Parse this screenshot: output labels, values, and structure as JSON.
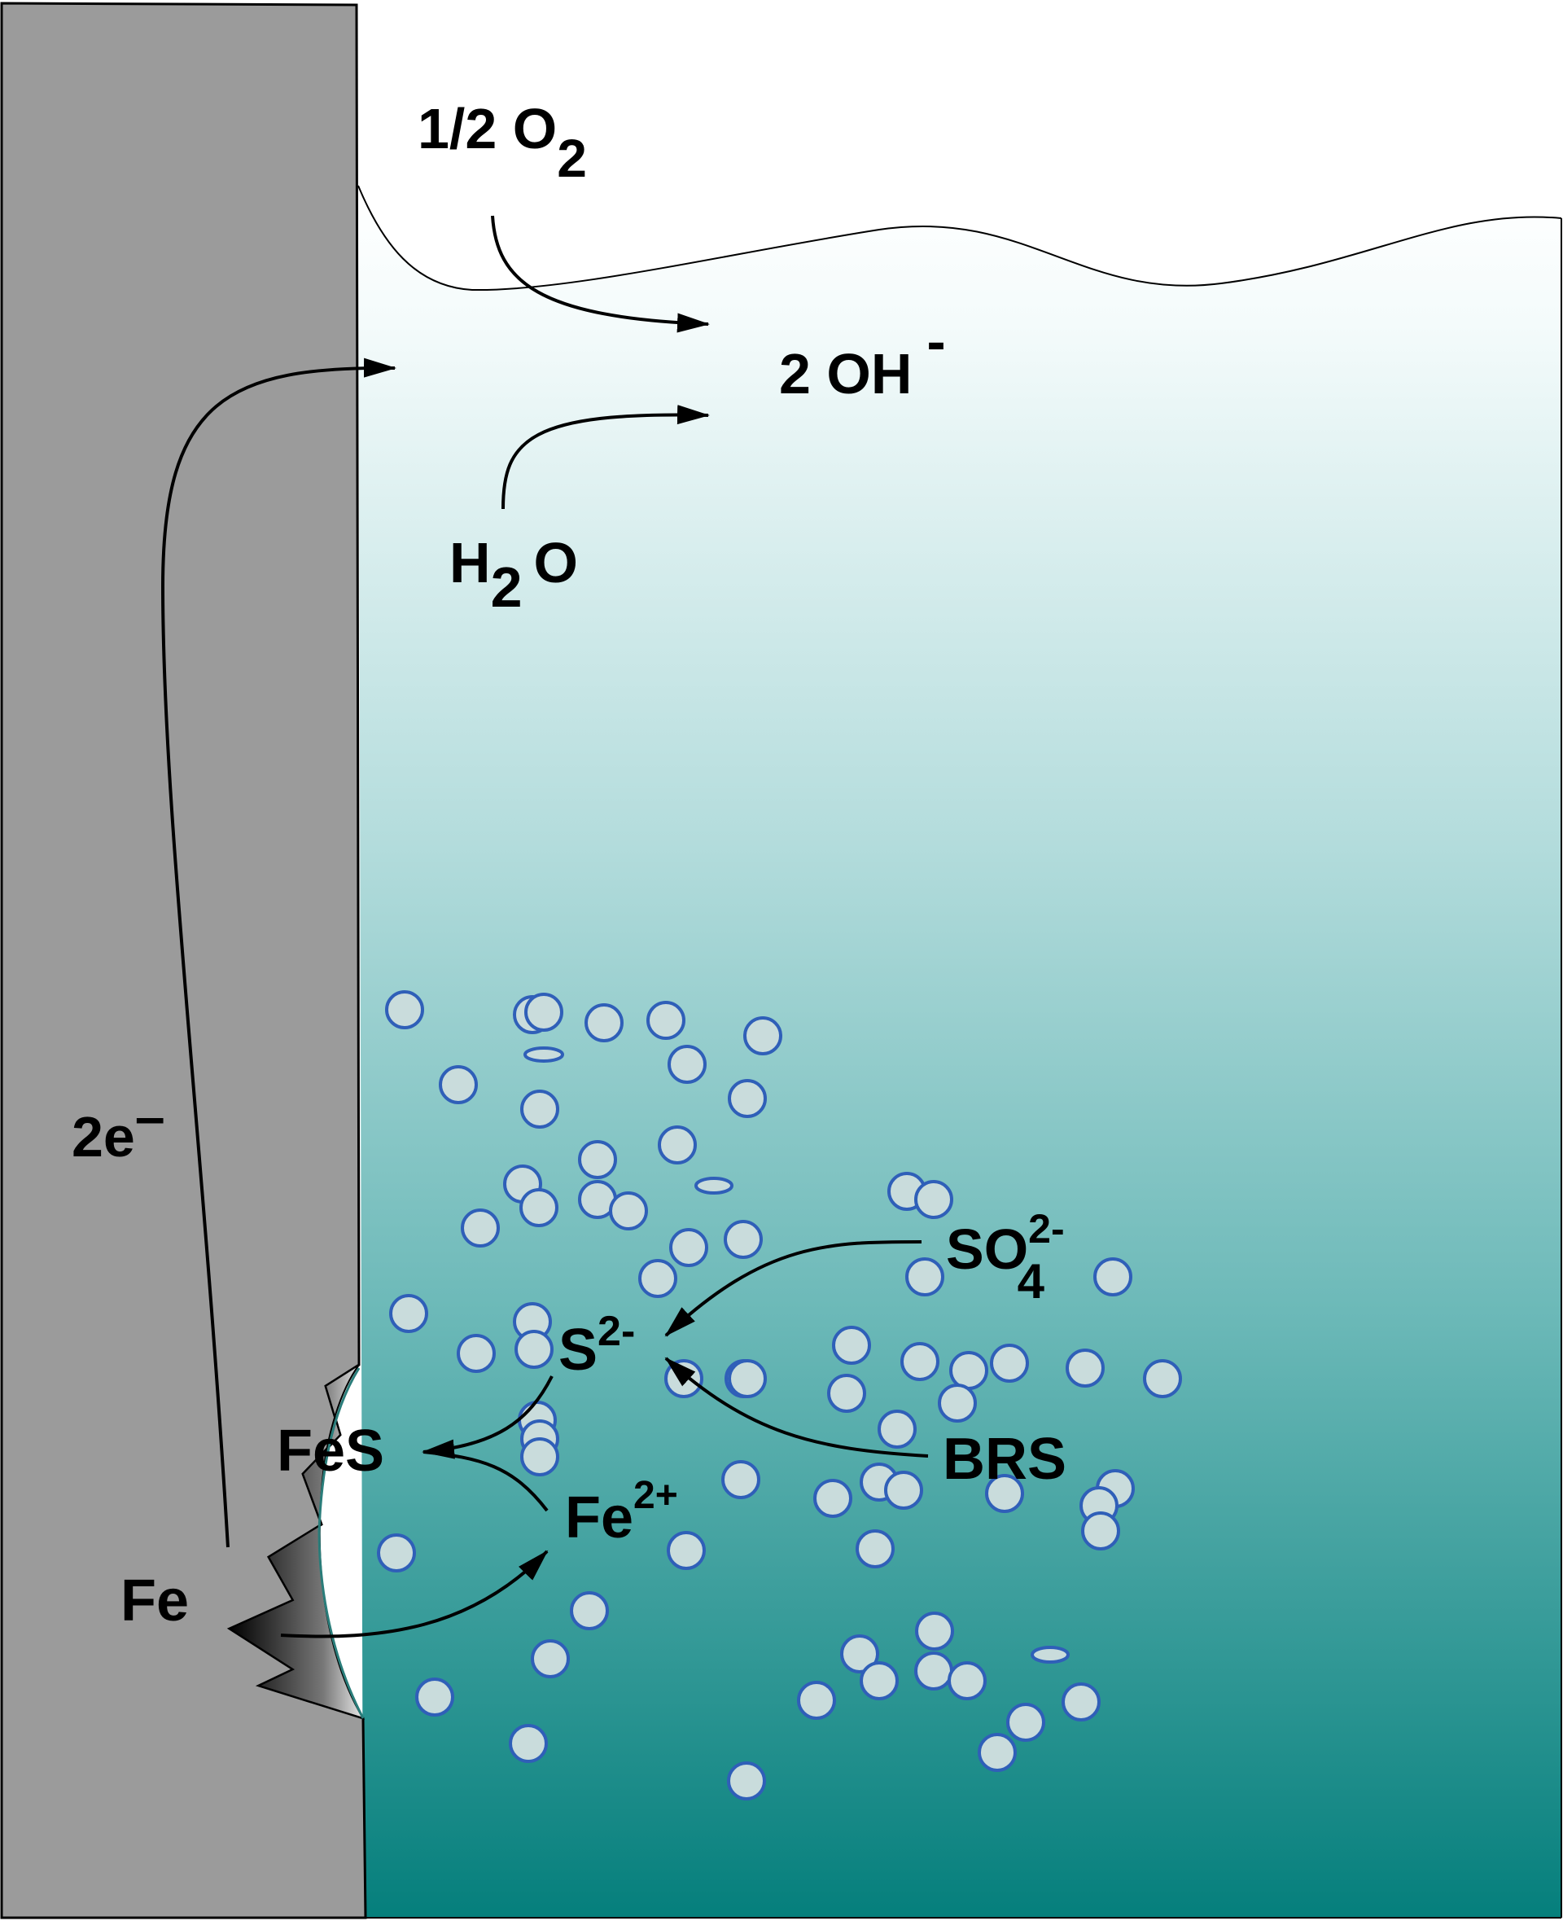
{
  "labels": {
    "o2_main": "1/2 O",
    "o2_sub": "2",
    "oh_main": "2 OH",
    "oh_sup": "-",
    "h2o_h": "H",
    "h2o_sub": "2",
    "h2o_o": "O",
    "electrons_main": "2e",
    "electrons_sup": "–",
    "sulfate_main": "SO",
    "sulfate_sup": "2-",
    "sulfate_sub": "4",
    "sulfide_main": "S",
    "sulfide_sup": "2-",
    "brs": "BRS",
    "fes": "FeS",
    "fe2_main": "Fe",
    "fe2_sup": "2+",
    "fe": "Fe"
  },
  "colors": {
    "metal": "#9b9b9b",
    "water_top": "#ffffff",
    "water_mid": "#9fd2d2",
    "water_bottom": "#057f7c",
    "bubble_fill": "#c9dcdc",
    "bubble_stroke": "#2f5fb8",
    "pit_dark": "#1a1a1a"
  }
}
